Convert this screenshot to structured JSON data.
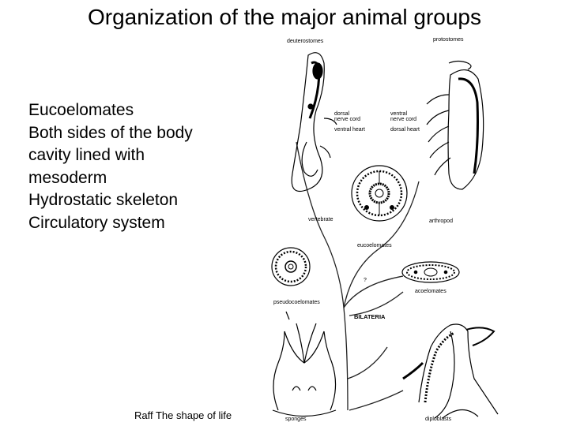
{
  "title": "Organization of the major animal groups",
  "bullets": [
    "Eucoelomates",
    "Both sides of the body",
    "cavity lined with",
    "mesoderm",
    "Hydrostatic skeleton",
    "Circulatory system"
  ],
  "credit": "Raff The shape of life",
  "figure": {
    "deuterostomes": "deuterostomes",
    "protostomes": "protostomes",
    "dorsal_nerve_cord_1": "dorsal",
    "dorsal_nerve_cord_2": "nerve cord",
    "ventral_heart": "ventral heart",
    "ventral_nerve_cord_1": "ventral",
    "ventral_nerve_cord_2": "nerve cord",
    "dorsal_heart": "dorsal heart",
    "vertebrate": "vertebrate",
    "arthropod": "arthropod",
    "eucoelomates": "eucoelomates",
    "question_mark": "?",
    "pseudocoelomates": "pseudocoelomates",
    "acoelomates": "acoelomates",
    "bilateria": "BILATERIA",
    "sponges": "sponges",
    "diploblasts": "diploblasts"
  }
}
